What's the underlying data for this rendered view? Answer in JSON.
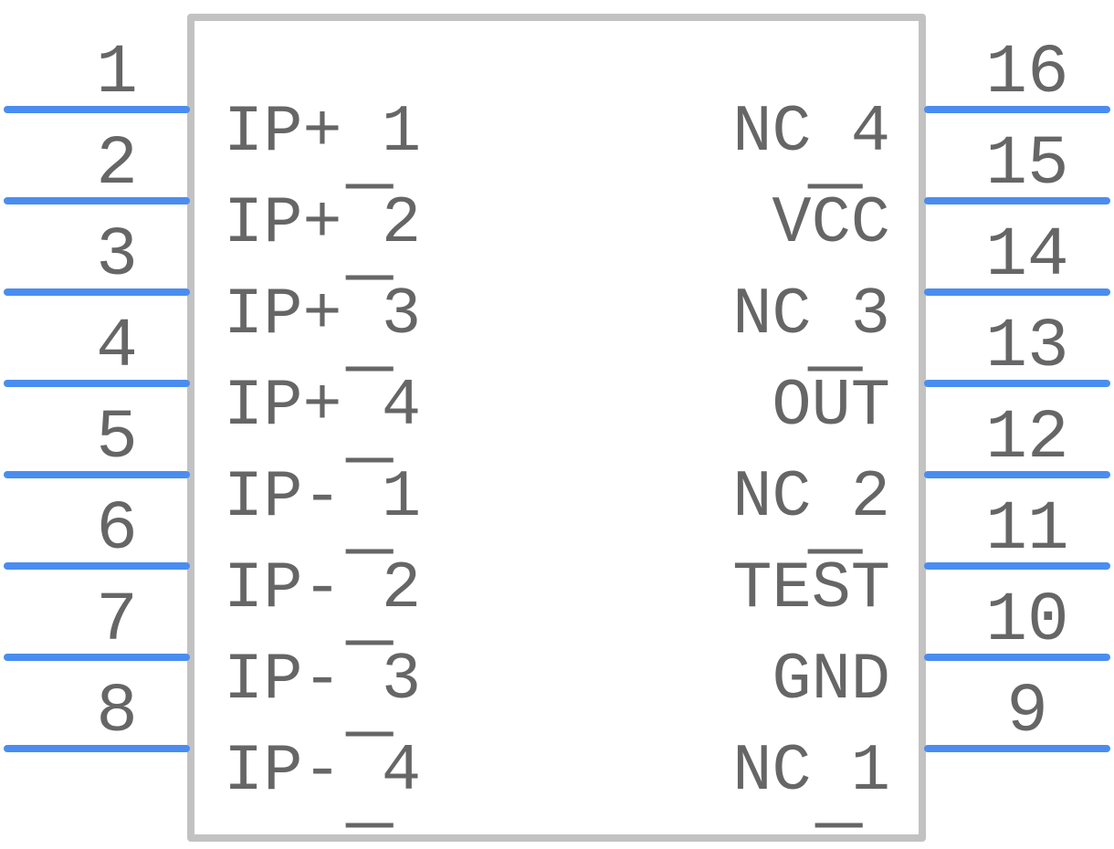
{
  "component": {
    "body_color": "#c2c2c2",
    "pin_color": "#4a8df0",
    "text_color": "#666666",
    "left_pins": [
      {
        "number": "1",
        "name": "IP+_1"
      },
      {
        "number": "2",
        "name": "IP+_2"
      },
      {
        "number": "3",
        "name": "IP+_3"
      },
      {
        "number": "4",
        "name": "IP+_4"
      },
      {
        "number": "5",
        "name": "IP-_1"
      },
      {
        "number": "6",
        "name": "IP-_2"
      },
      {
        "number": "7",
        "name": "IP-_3"
      },
      {
        "number": "8",
        "name": "IP-_4"
      }
    ],
    "right_pins": [
      {
        "number": "16",
        "name": "NC_4",
        "overline": ""
      },
      {
        "number": "15",
        "name": "VCC",
        "overline": "C"
      },
      {
        "number": "14",
        "name": "NC_3",
        "overline": ""
      },
      {
        "number": "13",
        "name": "OUT",
        "overline": "U"
      },
      {
        "number": "12",
        "name": "NC_2",
        "overline": ""
      },
      {
        "number": "11",
        "name": "TEST",
        "overline": "S"
      },
      {
        "number": "10",
        "name": "GND",
        "overline": ""
      },
      {
        "number": "9",
        "name": "NC_1",
        "overline": ""
      }
    ]
  }
}
